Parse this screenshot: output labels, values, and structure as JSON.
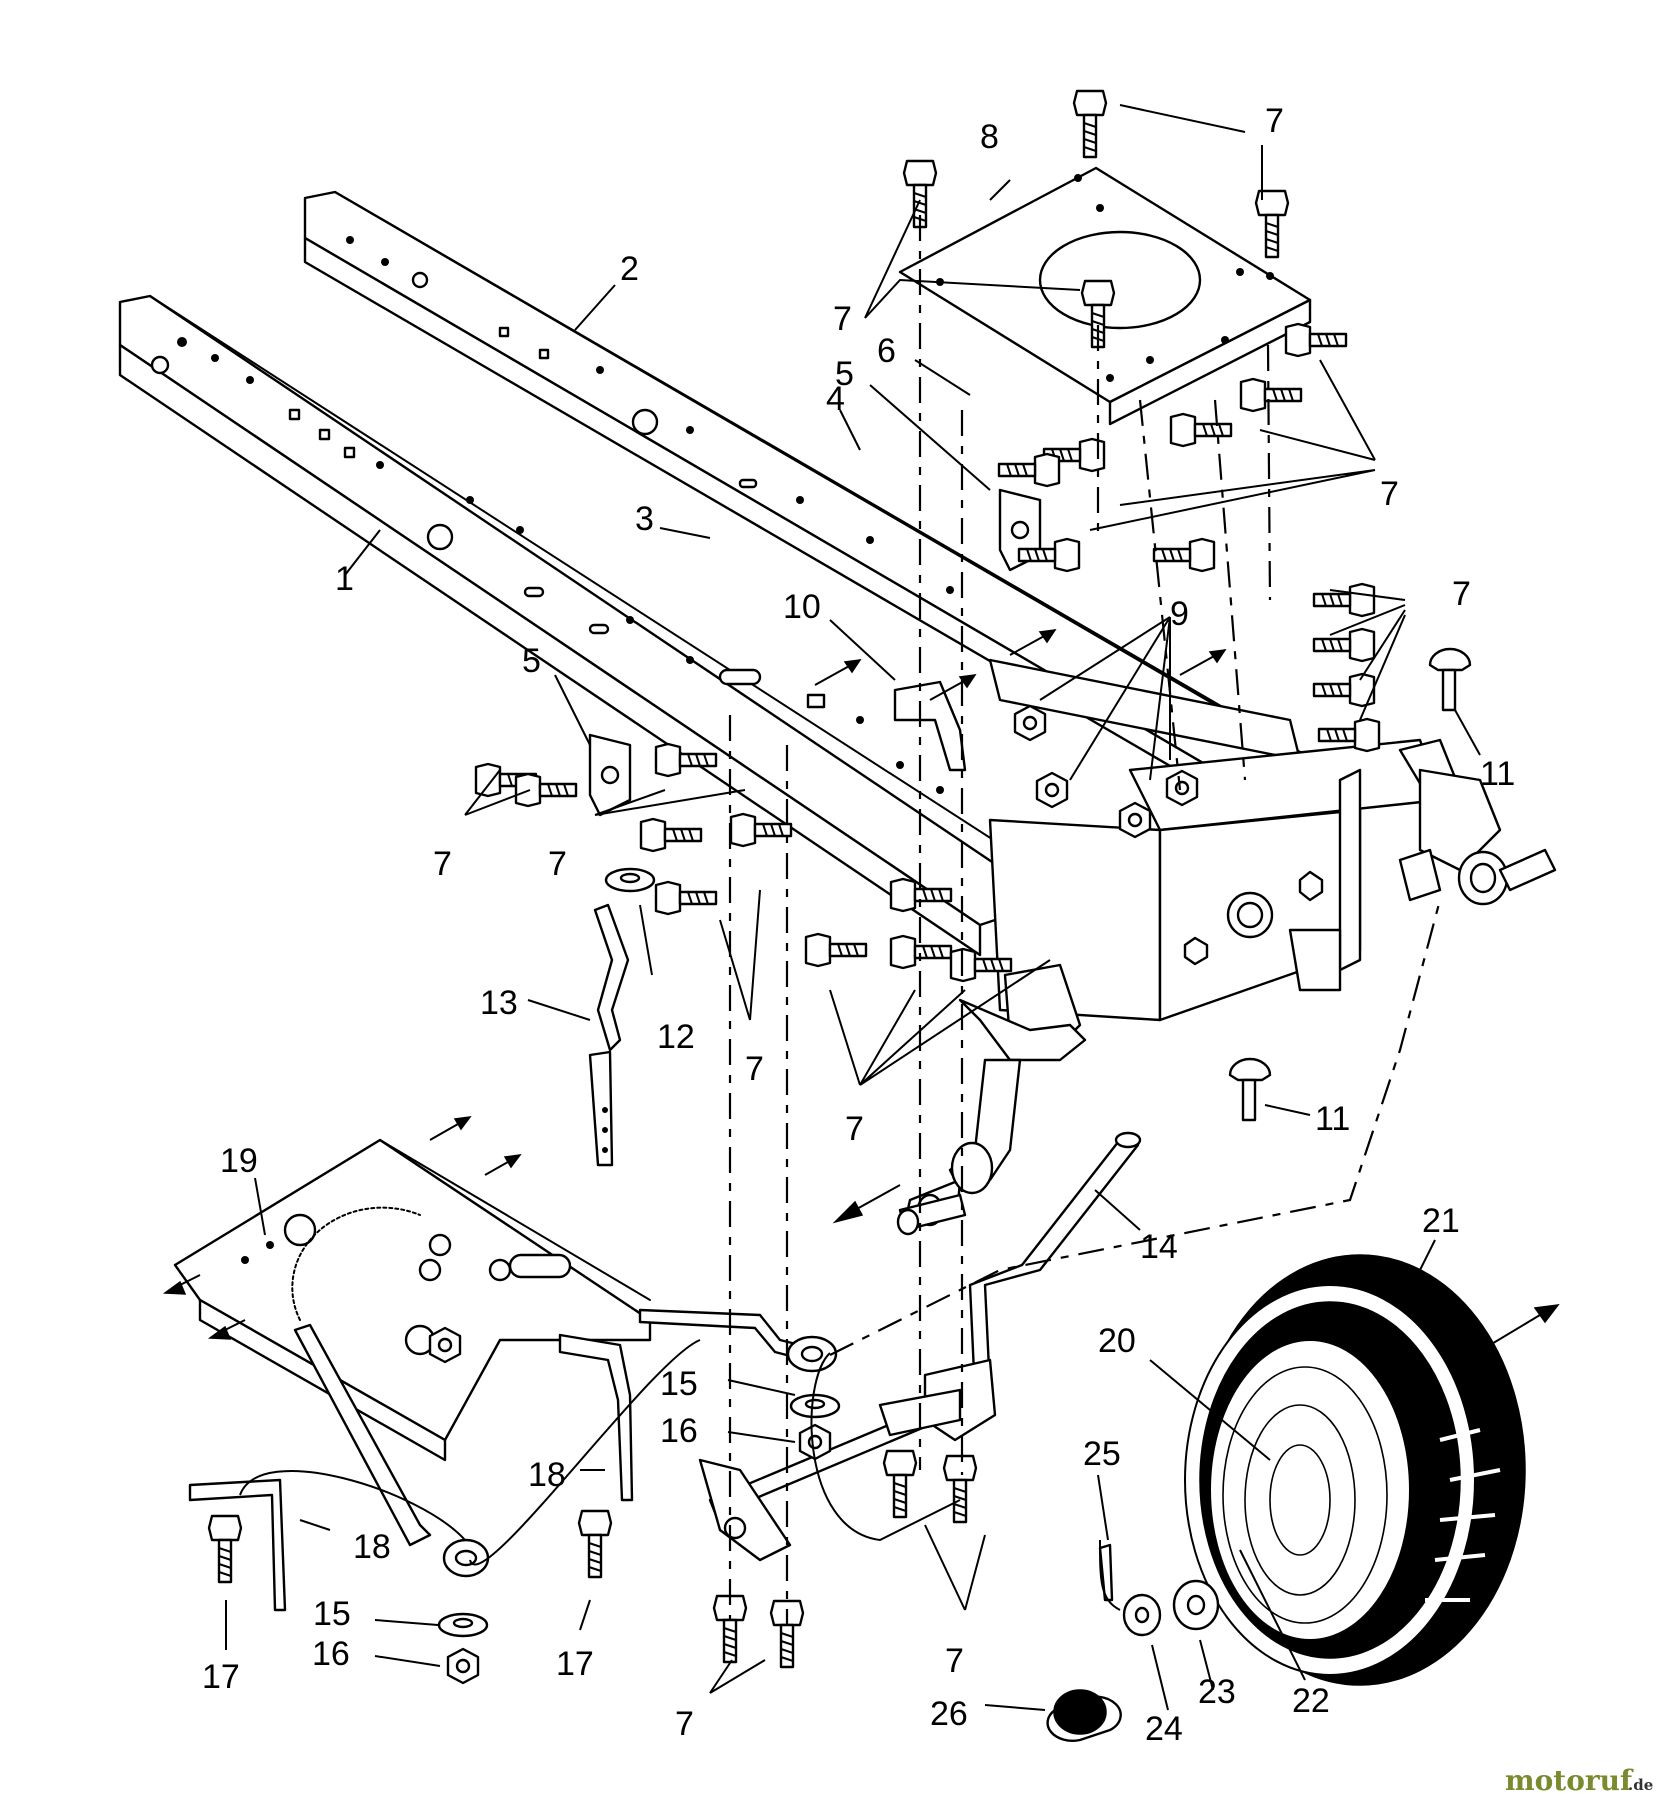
{
  "watermark": {
    "brand": "motoruf",
    "tld": ".de",
    "brand_color": "#7a8a2e",
    "tld_color": "#333333"
  },
  "callouts": {
    "c1": "1",
    "c2": "2",
    "c3": "3",
    "c4": "4",
    "c5": "5",
    "c6": "6",
    "c7": "7",
    "c8": "8",
    "c9": "9",
    "c10": "10",
    "c11": "11",
    "c12": "12",
    "c13": "13",
    "c14": "14",
    "c15": "15",
    "c16": "16",
    "c17": "17",
    "c18": "18",
    "c19": "19",
    "c20": "20",
    "c21": "21",
    "c22": "22",
    "c23": "23",
    "c24": "24",
    "c25": "25",
    "c26": "26"
  },
  "colors": {
    "ink": "#000000",
    "paper": "#ffffff"
  }
}
